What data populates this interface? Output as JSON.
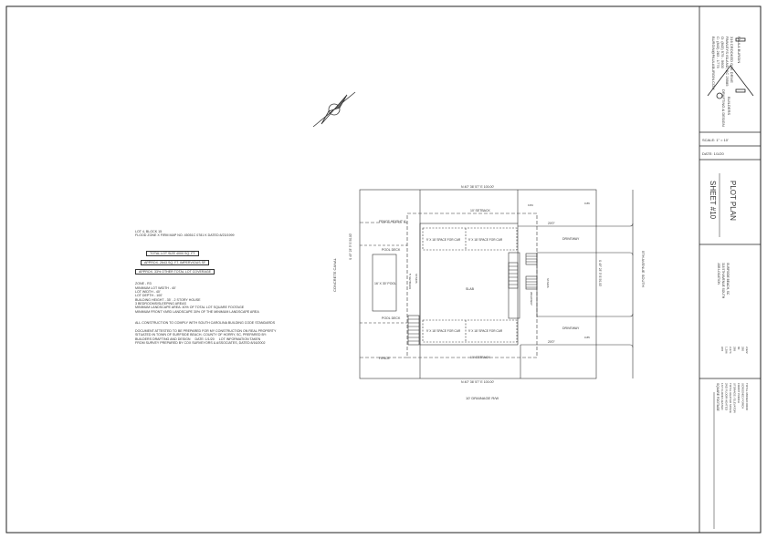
{
  "notes": {
    "lot": "LOT 4, BLOCK 15",
    "flood": "FLOOD ZONE X FIRM MAP NO. 45051C 0781 K DATED 8/23/1999",
    "lot_size": "TOTAL LOT SIZE 4000 SQ. FT.",
    "impervious": "APPROX. 2643 SQ. FT. IMPERVIOUS SF",
    "coverage": "APPROX. 33% OTHER TOTAL LOT COVERAGE",
    "zoning": [
      "ZONE - R3",
      "MINIMUM LOT WIDTH - 40'",
      "LOT WIDTH - 40'",
      "LOT DEPTH - 100'",
      "BUILDING HEIGHT - 35' - 2 STORY HOUSE",
      "3 BEDROOMS/SLEEPING AREAS",
      "MINIMUM LANDSCAPE AREA: 40% OF TOTAL LOT SQUARE FOOTAGE",
      "MINIMUM FRONT YARD LANDSCAPE 30% OF THE MINIMUM LANDSCAPE AREA"
    ],
    "compliance": "ALL CONSTRUCTION TO COMPLY WITH SOUTH CAROLINA BUILDING CODE STANDARDS",
    "attestation": [
      "DOCUMENT ATTESTED TO BE PREPARED FOR MY CONSTRUCTION ON REAL PROPERTY",
      "SITUATED IN TOWN OF SURFSIDE BEACH, COUNTY OF HORRY, SC, PREPARED BY:",
      "BUILDERS DRAFTING AND DESIGN     DATE: 1/1/20     LOT INFORMATION TAKEN",
      "FROM SURVEY PREPARED BY COX SURVEYORS & ASSOCIATES, DATED 8/16/2002"
    ]
  },
  "plan": {
    "bearing_top": "N 40° 36' 57\" E   100.00'",
    "bearing_bottom": "N 40° 36' 57\" E   100.00'",
    "bearing_left": "S 49° 23' 3\" E   50.00'",
    "bearing_right": "S 49° 23' 3\" E   50.00'",
    "setback_front": "10' SETBACK",
    "setback_rear": "10' SETBACK",
    "fence_height": "FENCE HEIGHT 6'",
    "fence": "FENCE",
    "pool_deck": "POOL DECK",
    "pool": "16' X 30' POOL",
    "parking": "9' X 18' SPACE FOR CAR",
    "driveway": "DRIVEWAY",
    "walkway": "WALKWAY",
    "stairs": "STAIRS",
    "side_setback": "5' SETBACK",
    "slab": "SLAB",
    "dim_20": "20'0\"",
    "left_label": "CONCRETE CANAL",
    "right_label": "5TH AVENUE SOUTH",
    "bottom_label": "10' DRAINAGE R/W",
    "elev_1": "0.84",
    "elev_2": "0.86",
    "elev_3": "0.85"
  },
  "title_block": {
    "designer": "PAULA BURGIN",
    "address_1": "316 CROOKED OAK DRIVE",
    "address_2": "PAWLEYS ISLAND, SC 29585",
    "phone_1": "O: (843) 979 - 5600",
    "phone_2": "C: (843) 283 - 1775",
    "email": "BURGIN@PAULABURGIN.COM",
    "company_1": "BUILDERS",
    "company_2": "DRAFTING & DESIGN",
    "scale": "SCALE: 1\" = 10'",
    "date": "DATE: 1/1/20",
    "sheet": "SHEET #10",
    "sheet_title": "PLOT PLAN",
    "sqft_heading": "SQUARE FOOTAGE",
    "sqft_rows": [
      {
        "label": "1ST FLOOR HEATED",
        "value": "978"
      },
      {
        "label": "2ND FLOOR HEATED",
        "value": "1,296"
      },
      {
        "label": "TOTAL HEATED SPACE",
        "value": "2,274"
      },
      {
        "label": "STORAGE / ELEVATOR",
        "value": "288"
      },
      {
        "label": "FRONT PORCH",
        "value": "80"
      },
      {
        "label": "SCREENED PORCH",
        "value": "280"
      },
      {
        "label": "TOTAL UNDER ROOF",
        "value": "2,922"
      }
    ],
    "job_heading": "JOB LOCATION",
    "job_1": "318 5TH AVENUE SOUTH",
    "job_2": "SURFSIDE BEACH, SC"
  }
}
